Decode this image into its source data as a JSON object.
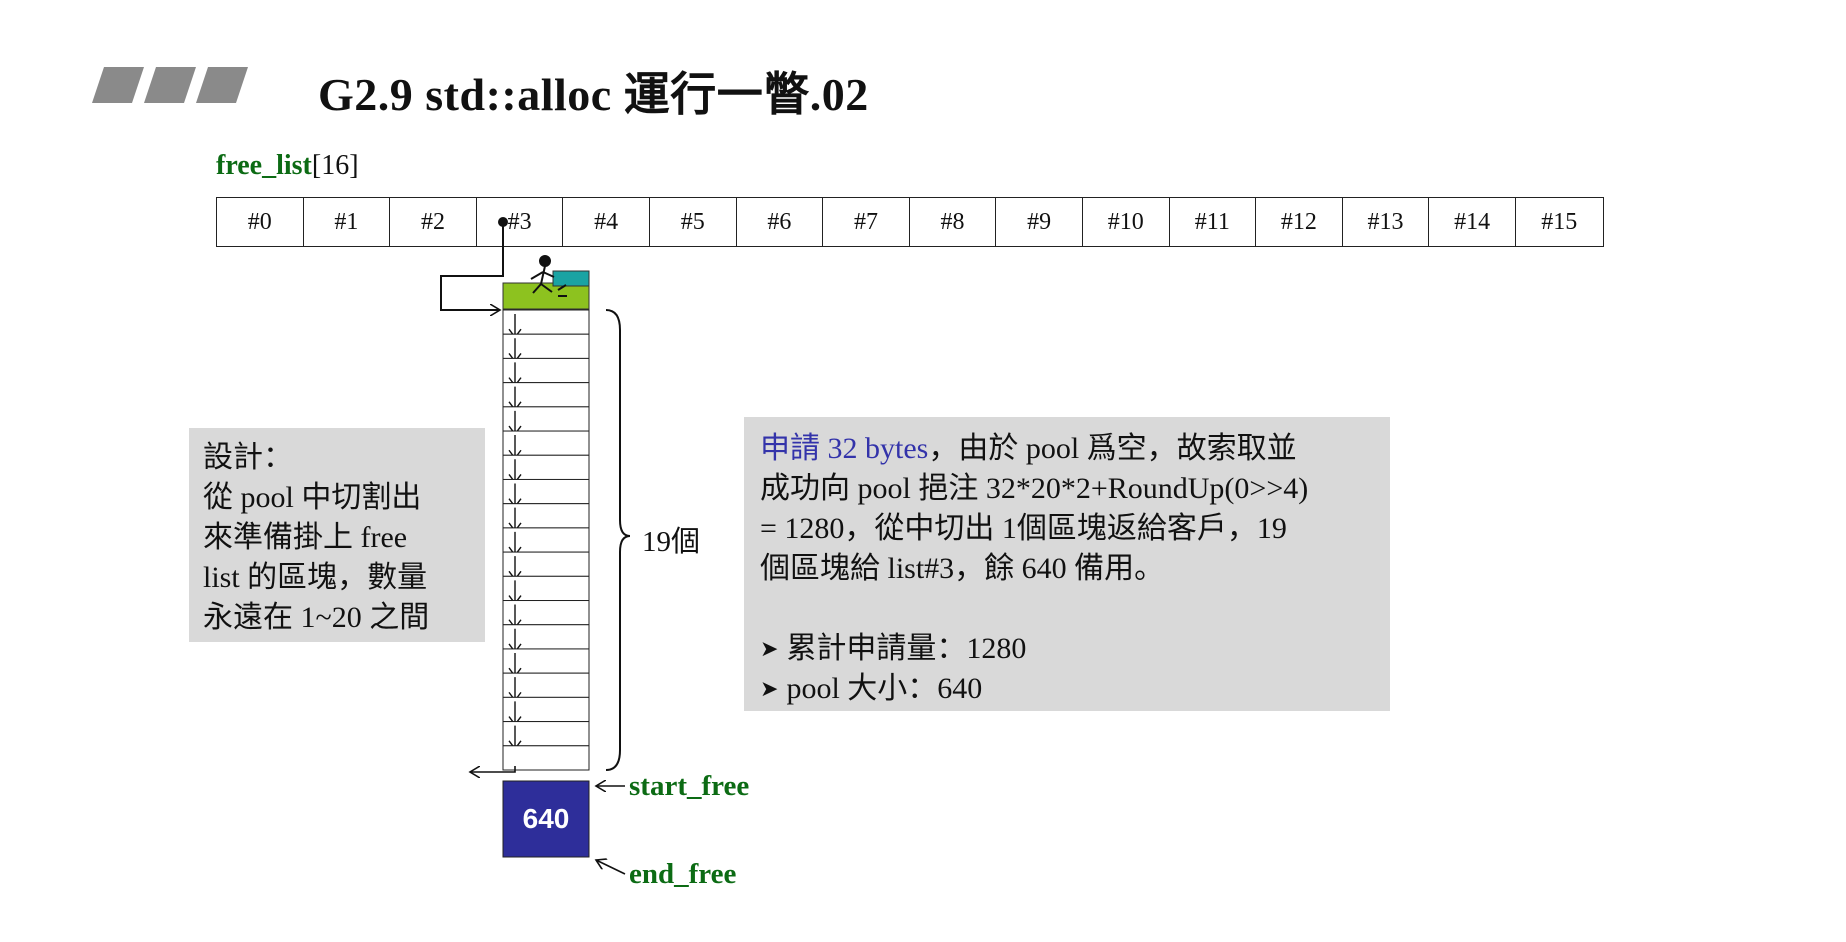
{
  "title": "G2.9 std::alloc 運行一瞥.02",
  "free_list": {
    "name": "free_list",
    "size_suffix": "[16]",
    "cells": [
      "#0",
      "#1",
      "#2",
      "#3",
      "#4",
      "#5",
      "#6",
      "#7",
      "#8",
      "#9",
      "#10",
      "#11",
      "#12",
      "#13",
      "#14",
      "#15"
    ]
  },
  "diagram": {
    "chain_block_count": 19,
    "count_label": "19個",
    "pool_value": "640",
    "start_label": "start_free",
    "end_label": "end_free",
    "colors": {
      "label_green": "#0c6b14",
      "client_block": "#8dc21f",
      "pool_block": "#2e2e9a",
      "teal": "#1aa3a3",
      "box_gray": "#d9d9d9",
      "highlight_blue": "#3333aa"
    }
  },
  "design_box": {
    "lines": [
      "設計：",
      "從 pool 中切割出",
      "來準備掛上 free",
      "list 的區塊，數量",
      "永遠在 1~20 之間"
    ]
  },
  "info_box": {
    "highlight": "申請 32 bytes",
    "line1_rest": "，由於 pool 爲空，故索取並",
    "line2": "成功向 pool 挹注 32*20*2+RoundUp(0>>4)",
    "line3": "= 1280，從中切出 1個區塊返給客戶，19",
    "line4": "個區塊給 list#3，餘 640 備用。",
    "stats": [
      "累計申請量：1280",
      "pool 大小：640"
    ]
  }
}
